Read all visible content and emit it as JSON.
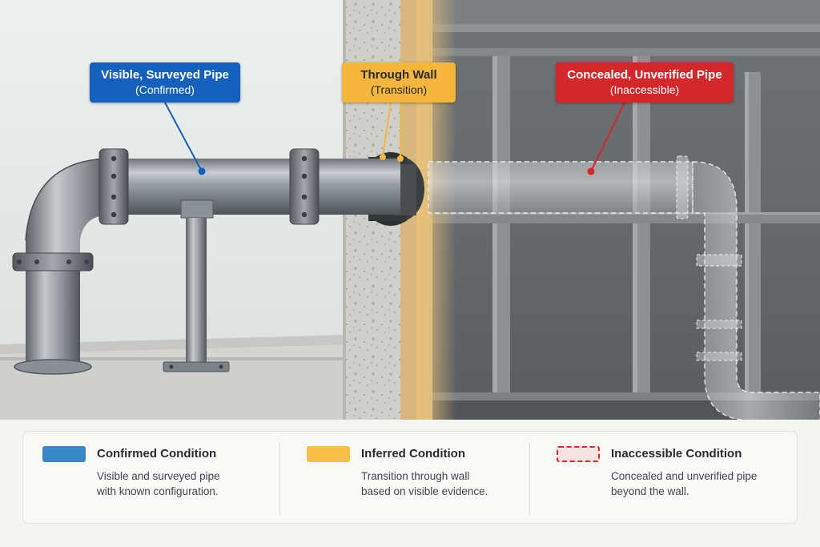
{
  "callouts": {
    "visible": {
      "title": "Visible, Surveyed Pipe",
      "subtitle": "(Confirmed)",
      "color": "#1560bd"
    },
    "wall": {
      "title": "Through Wall",
      "subtitle": "(Transition)",
      "color": "#f4b63c"
    },
    "concealed": {
      "title": "Concealed, Unverified Pipe",
      "subtitle": "(Inaccessible)",
      "color": "#d3282b"
    }
  },
  "legend": [
    {
      "title": "Confirmed Condition",
      "desc_line1": "Visible and surveyed pipe",
      "desc_line2": "with known configuration.",
      "color": "#3a86c8",
      "style": "solid"
    },
    {
      "title": "Inferred Condition",
      "desc_line1": "Transition through wall",
      "desc_line2": "based on visible evidence.",
      "color": "#f6bf45",
      "style": "solid"
    },
    {
      "title": "Inaccessible Condition",
      "desc_line1": "Concealed and unverified pipe",
      "desc_line2": "beyond the wall.",
      "color": "#d3282b",
      "style": "dashed"
    }
  ]
}
